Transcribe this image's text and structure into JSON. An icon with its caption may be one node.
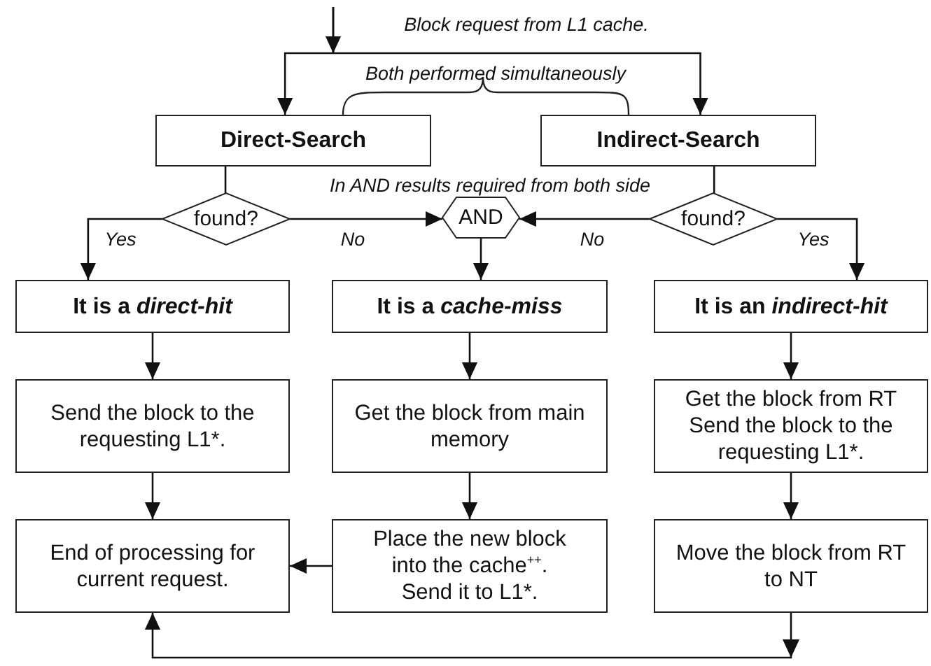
{
  "diagram": {
    "nodes": [
      {
        "text": [
          "Direct-Search"
        ]
      },
      {
        "text": [
          "Indirect-Search"
        ]
      },
      {
        "text": [
          "found?"
        ]
      },
      {
        "text": [
          "AND"
        ]
      },
      {
        "text": [
          "found?"
        ]
      },
      {
        "text": [
          "It is a *direct-hit*"
        ]
      },
      {
        "text": [
          "It is a *cache-miss*"
        ]
      },
      {
        "text": [
          "It is an *indirect-hit*"
        ]
      },
      {
        "text": [
          "Send the block to the requesting L1*."
        ]
      },
      {
        "text": [
          "Get the block from main memory"
        ]
      },
      {
        "text": [
          "Get the block from RT",
          "Send the block to the requesting L1*."
        ]
      },
      {
        "text": [
          "End of processing for current request."
        ]
      },
      {
        "text": [
          "Place the new block into the cache$^{++}$.",
          "Send it to L1*."
        ]
      },
      {
        "text": [
          "Move the block from RT to NT"
        ]
      }
    ],
    "edges": [
      {
        "from": null,
        "to": 0,
        "arrow": "to"
      },
      {
        "from": null,
        "to": 1,
        "arrow": "to"
      },
      {
        "from": 0,
        "to": 2,
        "arrow": "none"
      },
      {
        "from": 1,
        "to": 4,
        "arrow": "none"
      },
      {
        "from": 2,
        "to": 5,
        "arrow": "to",
        "label": "Yes"
      },
      {
        "from": 2,
        "to": 3,
        "arrow": "to",
        "label": "No"
      },
      {
        "from": 4,
        "to": 3,
        "arrow": "to",
        "label": "No"
      },
      {
        "from": 4,
        "to": 7,
        "arrow": "to",
        "label": "Yes"
      },
      {
        "from": 3,
        "to": 6,
        "arrow": "to"
      },
      {
        "from": 5,
        "to": 8,
        "arrow": "to"
      },
      {
        "from": 6,
        "to": 9,
        "arrow": "to"
      },
      {
        "from": 7,
        "to": 10,
        "arrow": "to"
      },
      {
        "from": 8,
        "to": 11,
        "arrow": "to"
      },
      {
        "from": 9,
        "to": 12,
        "arrow": "to"
      },
      {
        "from": 10,
        "to": 13,
        "arrow": "to"
      },
      {
        "from": 12,
        "to": 11,
        "arrow": "to"
      },
      {
        "from": 13,
        "to": 11,
        "arrow": "to"
      }
    ],
    "labels": [
      "Block request from L1 cache.",
      "Both performed simultaneously",
      "In AND results required from both side"
    ]
  }
}
